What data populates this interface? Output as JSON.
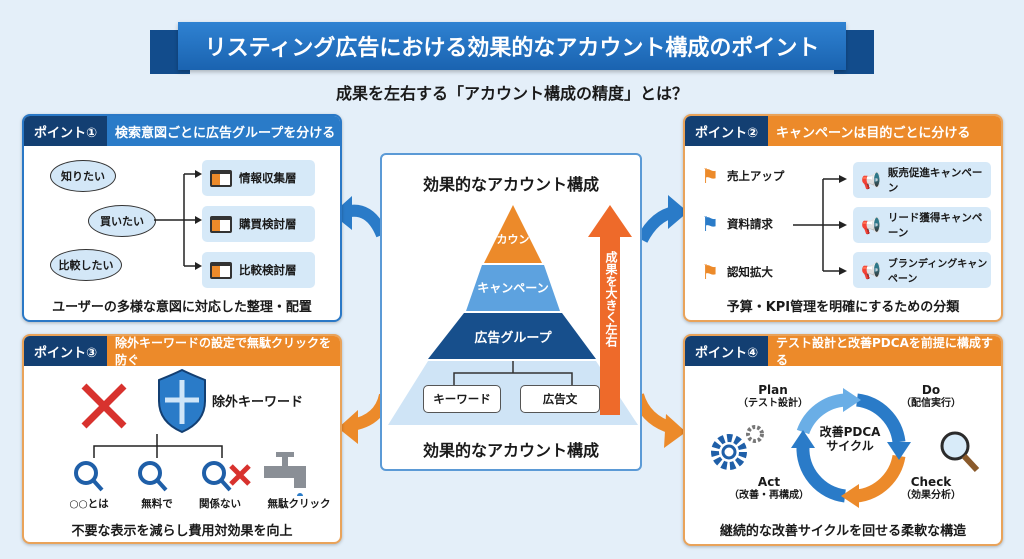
{
  "title": "リスティング広告における効果的なアカウント構成のポイント",
  "subtitle": "成果を左右する「アカウント構成の精度」とは？",
  "colors": {
    "blue": "#2a7bc8",
    "navy": "#133f72",
    "orange": "#ec8a2a",
    "background": "#e4eff9"
  },
  "point1": {
    "number": "ポイント①",
    "heading": "検索意図ごとに広告グループを分ける",
    "intents": [
      "知りたい",
      "買いたい",
      "比較したい"
    ],
    "groups": [
      "情報収集層",
      "購買検討層",
      "比較検討層"
    ],
    "footer": "ユーザーの多様な意図に対応した整理・配置"
  },
  "point2": {
    "number": "ポイント②",
    "heading": "キャンペーンは目的ごとに分ける",
    "goals": [
      "売上アップ",
      "資料請求",
      "認知拡大"
    ],
    "campaigns": [
      "販売促進キャンペーン",
      "リード獲得キャンペーン",
      "ブランディングキャンペーン"
    ],
    "footer": "予算・KPI管理を明確にするための分類"
  },
  "point3": {
    "number": "ポイント③",
    "heading": "除外キーワードの設定で無駄クリックを防ぐ",
    "label": "除外キーワード",
    "keywords": [
      "○○とは",
      "無料で",
      "関係ない"
    ],
    "waste": "無駄クリック",
    "footer": "不要な表示を減らし費用対効果を向上"
  },
  "point4": {
    "number": "ポイント④",
    "heading": "テスト設計と改善PDCAを前提に構成する",
    "center": [
      "改善PDCA",
      "サイクル"
    ],
    "steps": [
      {
        "name": "Plan",
        "note": "（テスト設計）"
      },
      {
        "name": "Do",
        "note": "（配信実行）"
      },
      {
        "name": "Check",
        "note": "（効果分析）"
      },
      {
        "name": "Act",
        "note": "（改善・再構成）"
      }
    ],
    "footer": "継続的な改善サイクルを回せる柔軟な構造"
  },
  "center": {
    "title": "効果的なアカウント構成",
    "levels": [
      "アカウント",
      "キャンペーン",
      "広告グループ"
    ],
    "leaves": [
      "キーワード",
      "広告文"
    ],
    "arrow_label": "成果を大きく左右",
    "bottom_title": "効果的なアカウント構成"
  }
}
